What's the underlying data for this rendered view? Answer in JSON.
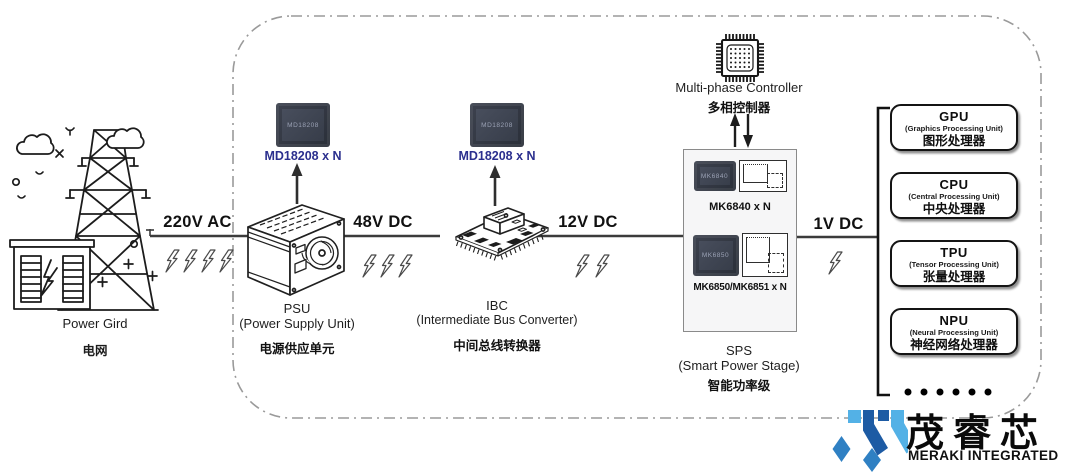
{
  "palette": {
    "chip-label": "#2b2f8e",
    "line": "#3b3b3b",
    "border-dark": "#141414",
    "dash": "#9a9a9a",
    "chip-body-1": "#4b5160",
    "chip-body-2": "#343a46",
    "sps-bg": "#f6f6f7",
    "sps-border": "#8a8a8a",
    "logo-light": "#53b1e6",
    "logo-mid": "#2f80c3",
    "logo-dark": "#1d5ba4"
  },
  "source": {
    "title": "Power Gird",
    "title_zh": "电网"
  },
  "flow": {
    "stage1": "220V AC",
    "stage2": "48V DC",
    "stage3": "12V DC",
    "stage4": "1V DC"
  },
  "psu": {
    "chip": "MD18208 x N",
    "chip_mark": "MD18208",
    "abbr": "PSU",
    "name": "(Power Supply Unit)",
    "name_zh": "电源供应单元"
  },
  "ibc": {
    "chip": "MD18208 x N",
    "chip_mark": "MD18208",
    "abbr": "IBC",
    "name": "(Intermediate Bus Converter)",
    "name_zh": "中间总线转换器"
  },
  "controller": {
    "name": "Multi-phase Controller",
    "name_zh": "多相控制器"
  },
  "sps": {
    "abbr": "SPS",
    "name": "(Smart Power Stage)",
    "name_zh": "智能功率级",
    "chip1": "MK6840 x N",
    "chip1_mark": "MK6840",
    "chip2": "MK6850/MK6851 x N",
    "chip2_mark": "MK6850"
  },
  "loads": [
    {
      "abbr": "GPU",
      "full": "(Graphics Processing Unit)",
      "zh": "图形处理器"
    },
    {
      "abbr": "CPU",
      "full": "(Central Processing Unit)",
      "zh": "中央处理器"
    },
    {
      "abbr": "TPU",
      "full": "(Tensor Processing Unit)",
      "zh": "张量处理器"
    },
    {
      "abbr": "NPU",
      "full": "(Neural Processing Unit)",
      "zh": "神经网络处理器"
    }
  ],
  "logo": {
    "name_zh": "茂睿芯",
    "name_en": "MERAKI INTEGRATED"
  }
}
